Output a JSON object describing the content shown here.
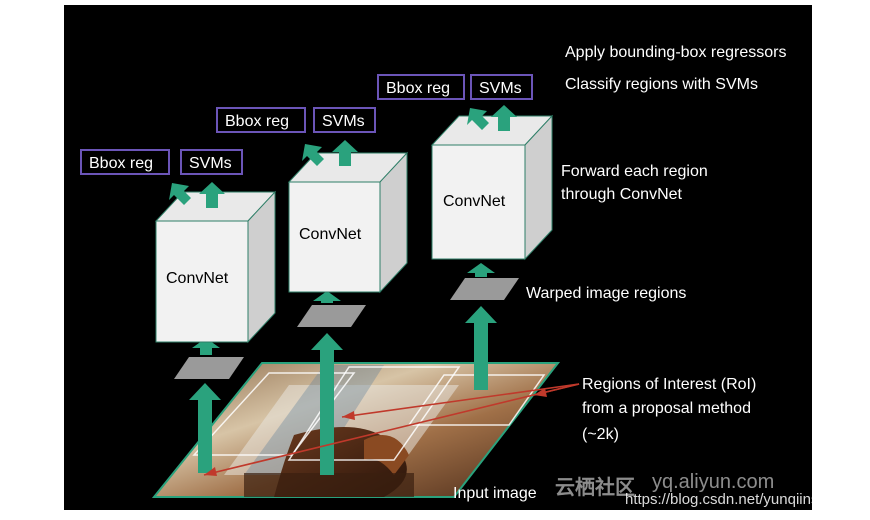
{
  "labels": {
    "apply_bbox": "Apply bounding-box regressors",
    "classify": "Classify regions with SVMs",
    "forward_line1": "Forward each region",
    "forward_line2": "through ConvNet",
    "warped": "Warped image regions",
    "roi_line1": "Regions of Interest (RoI)",
    "roi_line2": "from a proposal method",
    "roi_line3": "(~2k)",
    "input_image": "Input image"
  },
  "convnets": [
    {
      "label": "ConvNet",
      "bbox_label": "Bbox reg",
      "svm_label": "SVMs"
    },
    {
      "label": "ConvNet",
      "bbox_label": "Bbox reg",
      "svm_label": "SVMs"
    },
    {
      "label": "ConvNet",
      "bbox_label": "Bbox reg",
      "svm_label": "SVMs"
    }
  ],
  "watermark": {
    "cn": "云栖社区",
    "site": "yq.aliyun.com",
    "url": "https://blog.csdn.net/yunqiinsight"
  },
  "colors": {
    "background": "#000000",
    "arrow": "#2aa27d",
    "box_border": "#6b55b8",
    "pointer": "#c0392b",
    "cube_front": "#f2f2f2"
  }
}
